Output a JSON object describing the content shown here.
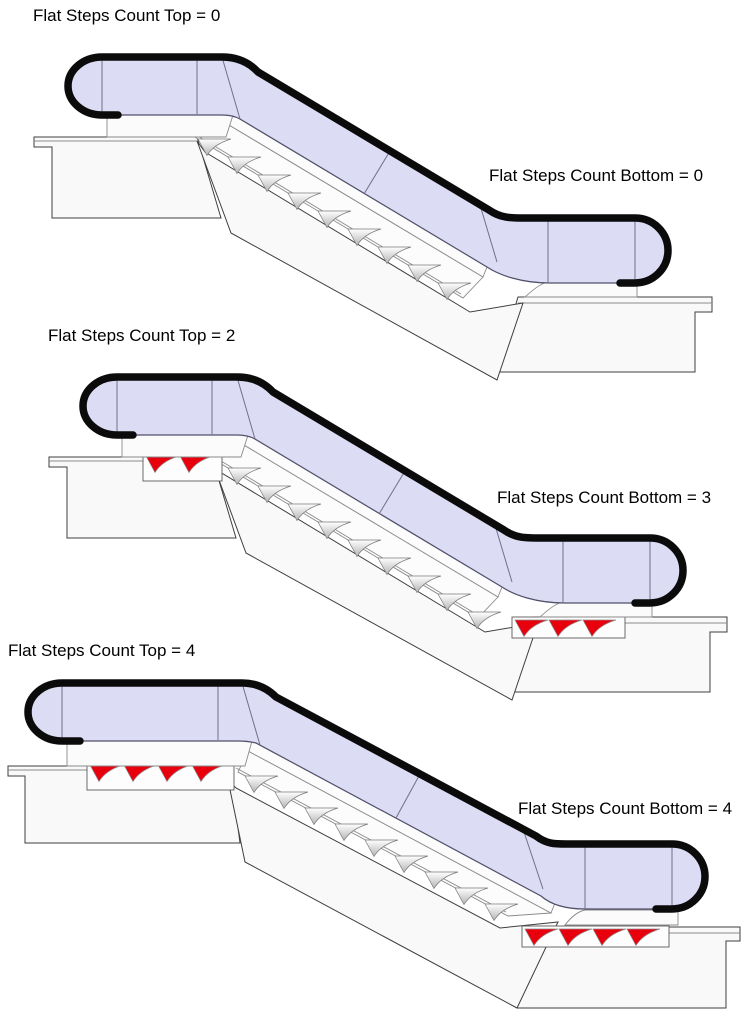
{
  "page": {
    "background": "#ffffff"
  },
  "colors": {
    "balustrade_fill": "#dcdcf4",
    "handrail_black": "#0b0b0b",
    "flat_step_red": "#e8000d",
    "outline_dark": "#3f3f3f",
    "outline_light": "#8a8a8a",
    "panel_line": "#70708a",
    "surface_fill": "#f9f9f9",
    "step_gradient_top": "#ffffff",
    "step_gradient_bottom": "#b5b5b5"
  },
  "figures": [
    {
      "id": "escalator-1",
      "top_label": "Flat Steps Count Top = 0",
      "bottom_label": "Flat Steps Count Bottom = 0",
      "flat_steps_top": 0,
      "flat_steps_bottom": 0
    },
    {
      "id": "escalator-2",
      "top_label": "Flat Steps Count Top = 2",
      "bottom_label": "Flat Steps Count Bottom = 3",
      "flat_steps_top": 2,
      "flat_steps_bottom": 3
    },
    {
      "id": "escalator-3",
      "top_label": "Flat Steps Count Top = 4",
      "bottom_label": "Flat Steps Count Bottom = 4",
      "flat_steps_top": 4,
      "flat_steps_bottom": 4
    }
  ]
}
